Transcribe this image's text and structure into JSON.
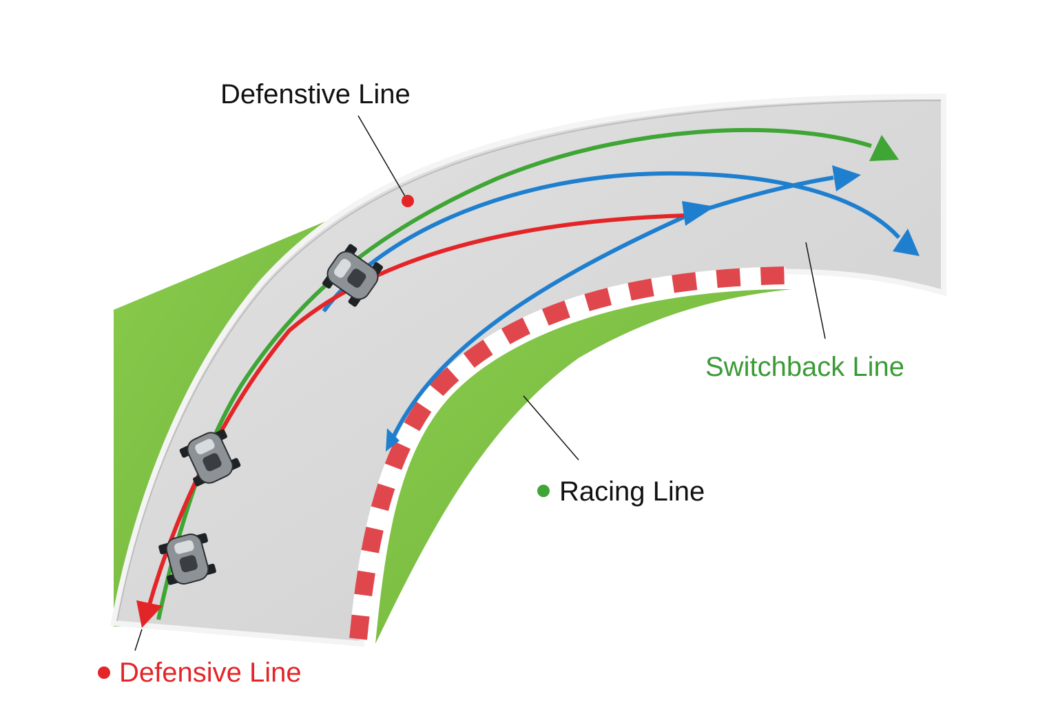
{
  "labels": {
    "defensive_top": "Defenstive Line",
    "switchback": "Switchback Line",
    "racing": "Racing Line",
    "defensive_bottom": "Defensive Line"
  },
  "colors": {
    "grass": "#7cc242",
    "track": "#d9d9d9",
    "track_edge": "#f1f1f1",
    "curb_red": "#e0474c",
    "curb_white": "#ffffff",
    "racing_line": "#3fa535",
    "switchback_line": "#1f7fcf",
    "defensive_line": "#e42528",
    "label_dark": "#111111",
    "label_green": "#3a9a35",
    "label_red": "#e42528"
  },
  "icons": [
    "go-kart-icon",
    "arrow-head-icon",
    "marker-dot-icon"
  ]
}
